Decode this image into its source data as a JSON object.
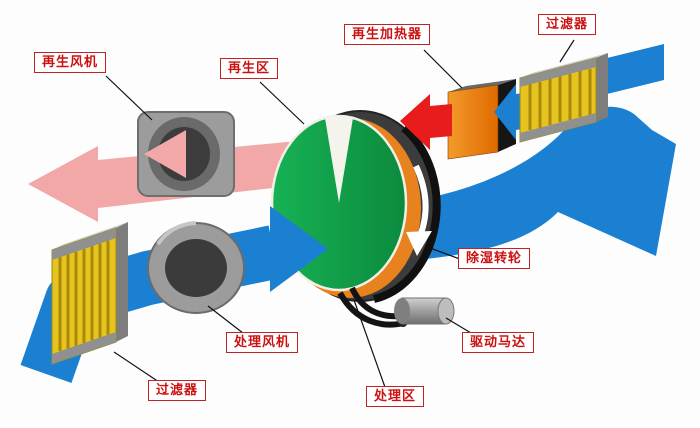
{
  "diagram": {
    "labels": {
      "regen_fan": "再生风机",
      "regen_zone": "再生区",
      "regen_heater": "再生加热器",
      "filter_top": "过滤器",
      "wheel": "除湿转轮",
      "drive_motor": "驱动马达",
      "process_fan": "处理风机",
      "filter_bottom": "过滤器",
      "process_zone": "处理区"
    },
    "colors": {
      "process_air_blue": "#1b80d2",
      "regen_exhaust_pink": "#f3a8a8",
      "hot_air_red": "#e81c1c",
      "wheel_green": "#12a14b",
      "wheel_rim_gray": "#3c3c3c",
      "wheel_bottom_orange": "#e8821e",
      "heater_orange": "#f08018",
      "filter_yellow": "#e6c31e",
      "fan_gray": "#9c9c9c",
      "label_red": "#cc1111",
      "background": "#fdfdfd"
    }
  }
}
